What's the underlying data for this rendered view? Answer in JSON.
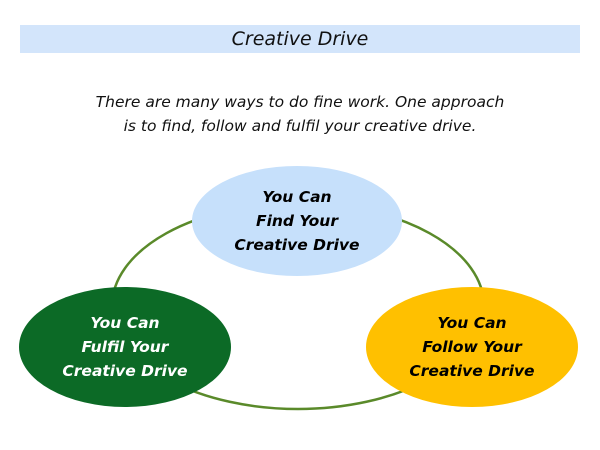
{
  "title": "Creative Drive",
  "subtitle": [
    "There are many ways to do fine work. One approach",
    "is to find, follow and fulfil your creative drive."
  ],
  "nodes": [
    {
      "lines": [
        "You Can",
        "Find Your",
        "Creative Drive"
      ],
      "color": "#c6e0fb",
      "text_color": "#000000"
    },
    {
      "lines": [
        "You Can",
        "Fulfil Your",
        "Creative Drive"
      ],
      "color": "#0c6a26",
      "text_color": "#ffffff"
    },
    {
      "lines": [
        "You Can",
        "Follow Your",
        "Creative Drive"
      ],
      "color": "#ffc000",
      "text_color": "#000000"
    }
  ],
  "ring_color": "#5a8a2a"
}
